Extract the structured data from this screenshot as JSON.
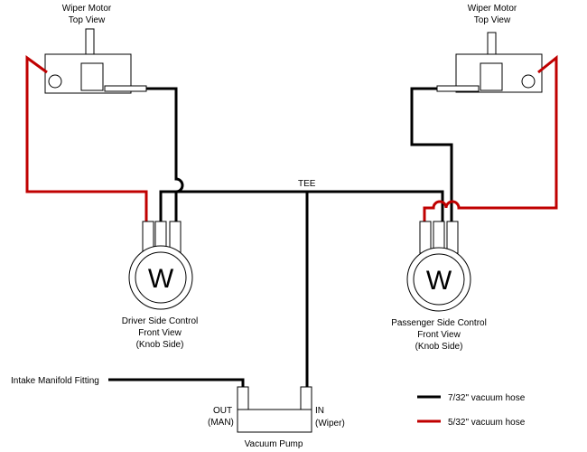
{
  "colors": {
    "large_hose": "#000000",
    "small_hose": "#c00000"
  },
  "motor_left": {
    "title": "Wiper Motor",
    "subtitle": "Top View"
  },
  "motor_right": {
    "title": "Wiper Motor",
    "subtitle": "Top View"
  },
  "tee_label": "TEE",
  "driver_control": {
    "knob_letter": "W",
    "line1": "Driver Side Control",
    "line2": "Front View",
    "line3": "(Knob Side)"
  },
  "passenger_control": {
    "knob_letter": "W",
    "line1": "Passenger Side Control",
    "line2": "Front View",
    "line3": "(Knob Side)"
  },
  "intake_label": "Intake Manifold Fitting",
  "pump": {
    "label": "Vacuum Pump",
    "out_line1": "OUT",
    "out_line2": "(MAN)",
    "in_line1": "IN",
    "in_line2": "(Wiper)"
  },
  "legend": [
    {
      "label": "7/32\" vacuum hose",
      "color": "#000000"
    },
    {
      "label": "5/32\" vacuum hose",
      "color": "#c00000"
    }
  ]
}
